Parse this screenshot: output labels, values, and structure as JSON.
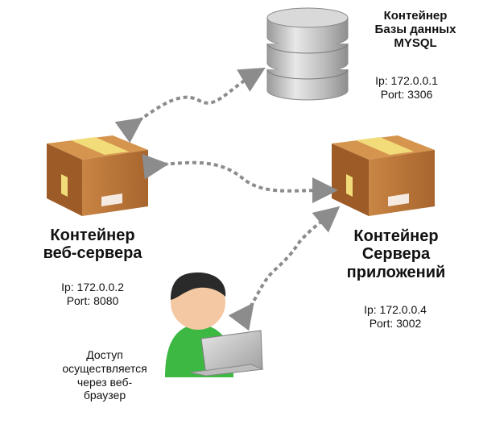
{
  "db": {
    "title_lines": [
      "Контейнер",
      "Базы данных",
      "MYSQL"
    ],
    "ip": "Ip: 172.0.0.1",
    "port": "Port: 3306"
  },
  "web": {
    "title_lines": [
      "Контейнер",
      "веб-сервера"
    ],
    "ip": "Ip: 172.0.0.2",
    "port": "Port: 8080"
  },
  "app": {
    "title_lines": [
      "Контейнер",
      "Сервера",
      "приложений"
    ],
    "ip": "Ip: 172.0.0.4",
    "port": "Port: 3002"
  },
  "user": {
    "caption_lines": [
      "Доступ",
      "осуществляется",
      "через веб-",
      "браузер"
    ]
  },
  "colors": {
    "box": "#b8733a",
    "tape": "#f2dc7a",
    "arrow": "#8c8c8c",
    "person_shirt": "#3db843",
    "person_hair": "#2a2a2a",
    "db_gray": "#b5b5b5"
  }
}
